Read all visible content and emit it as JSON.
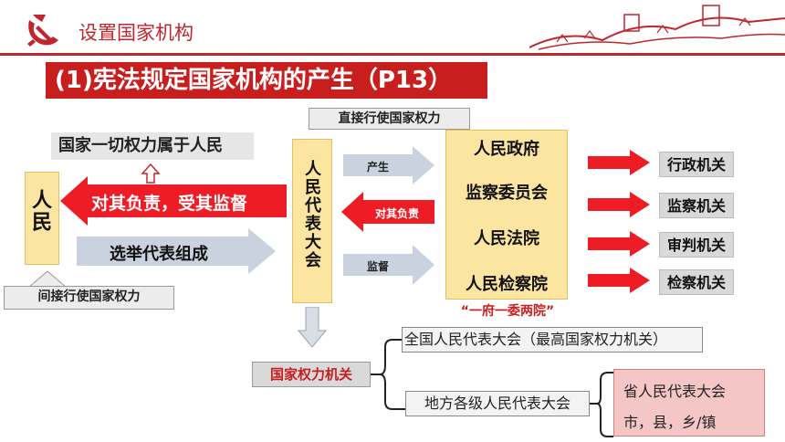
{
  "header": {
    "title": "设置国家机构"
  },
  "section": {
    "title": "(1)宪法规定国家机构的产生（P13）"
  },
  "direct_tag": "直接行使国家权力",
  "indirect_tag": "间接行使国家权力",
  "all_power": "国家一切权力属于人民",
  "people": "人民",
  "responsible_arrow": "对其负责，受其监督",
  "elect_arrow": "选举代表组成",
  "congress": "人民代表大会",
  "small_arrows": {
    "produce": "产生",
    "responsible": "对其负责",
    "supervise": "监督"
  },
  "organs": [
    "人民政府",
    "监察委员会",
    "人民法院",
    "人民检察院"
  ],
  "organs_note": "“一府一委两院”",
  "organ_types": [
    "行政机关",
    "监察机关",
    "审判机关",
    "检察机关"
  ],
  "power_organ": "国家权力机关",
  "npc": "全国人民代表大会（最高国家权力机关）",
  "local": "地方各级人民代表大会",
  "levels": [
    "省人民代表大会",
    "市，县，乡/镇"
  ]
}
